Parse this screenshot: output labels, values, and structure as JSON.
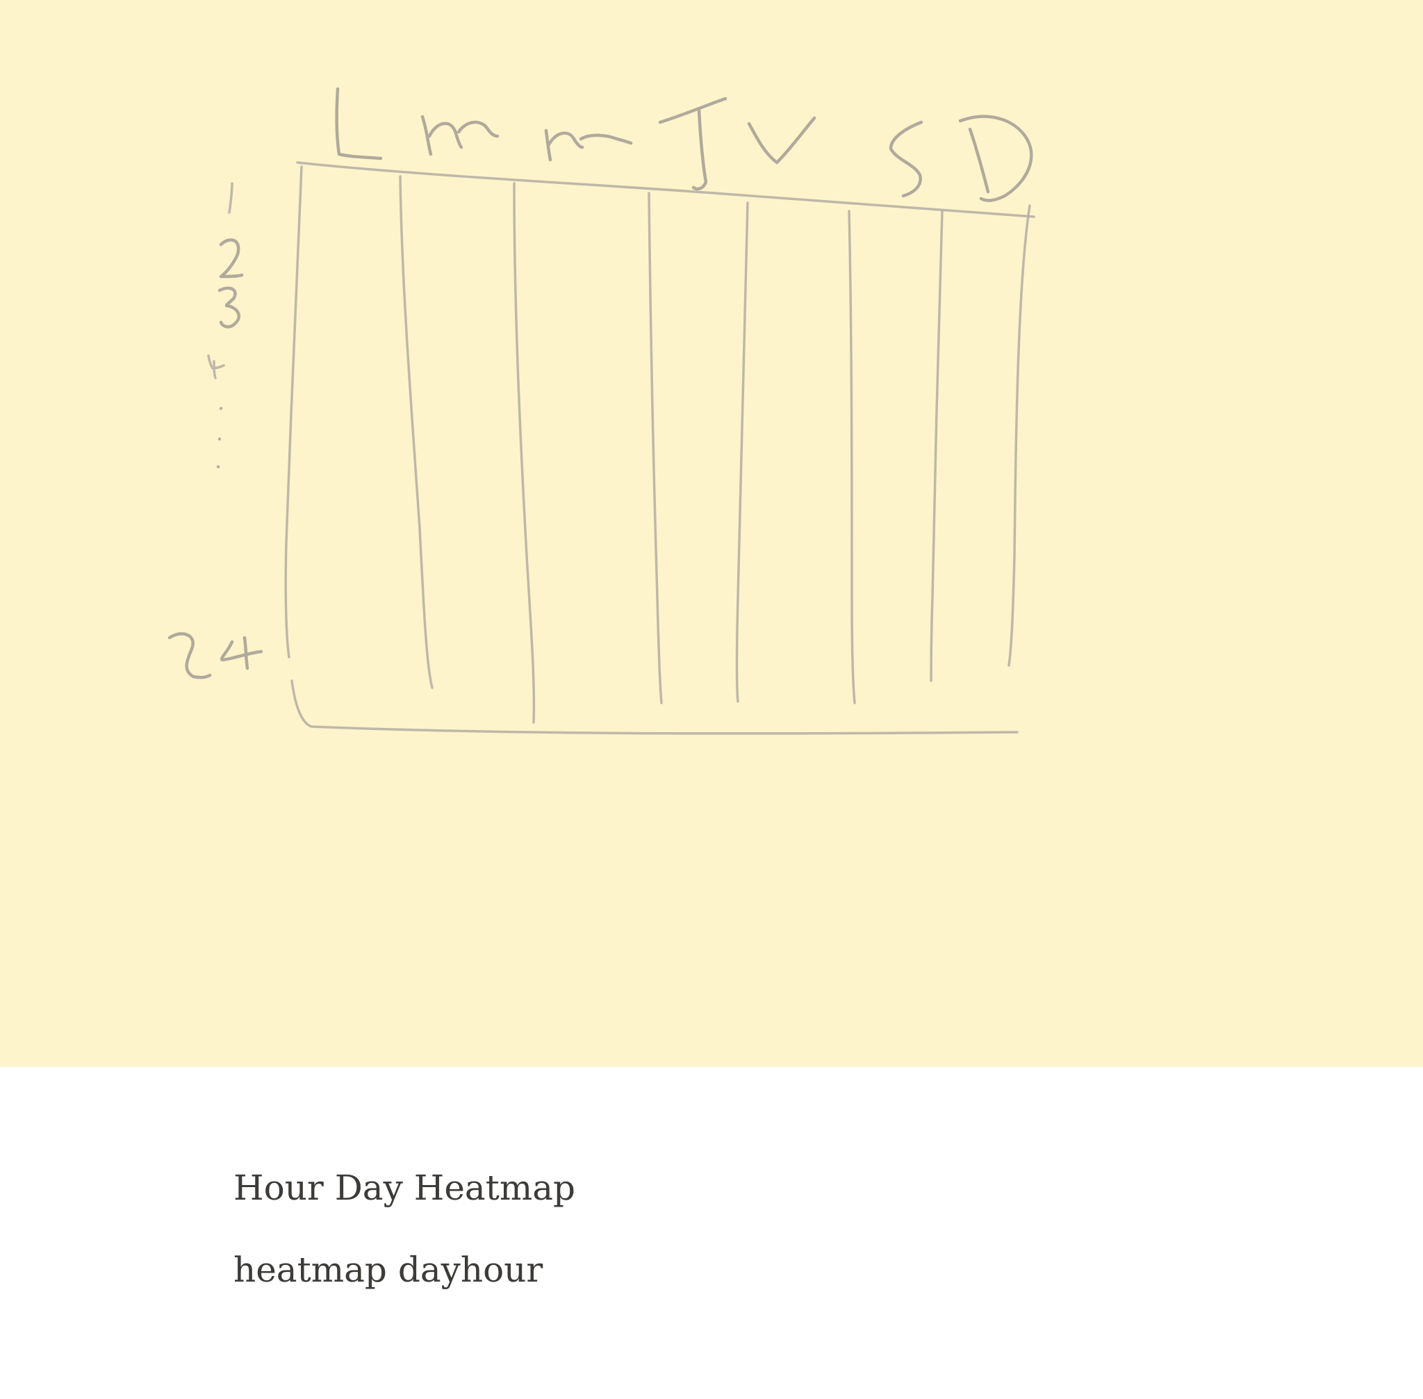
{
  "page": {
    "paper_color": "#fdf4cc",
    "pencil_color": "#b4ada0",
    "text_color": "#3d3b38"
  },
  "sketch": {
    "column_labels": [
      "L",
      "M",
      "M",
      "J",
      "V",
      "S",
      "D"
    ],
    "row_labels_top": [
      "1",
      "2",
      "3",
      "4"
    ],
    "row_label_bottom": "24",
    "ellipsis": "..."
  },
  "caption": {
    "title": "Hour Day Heatmap",
    "tags": "heatmap dayhour"
  }
}
